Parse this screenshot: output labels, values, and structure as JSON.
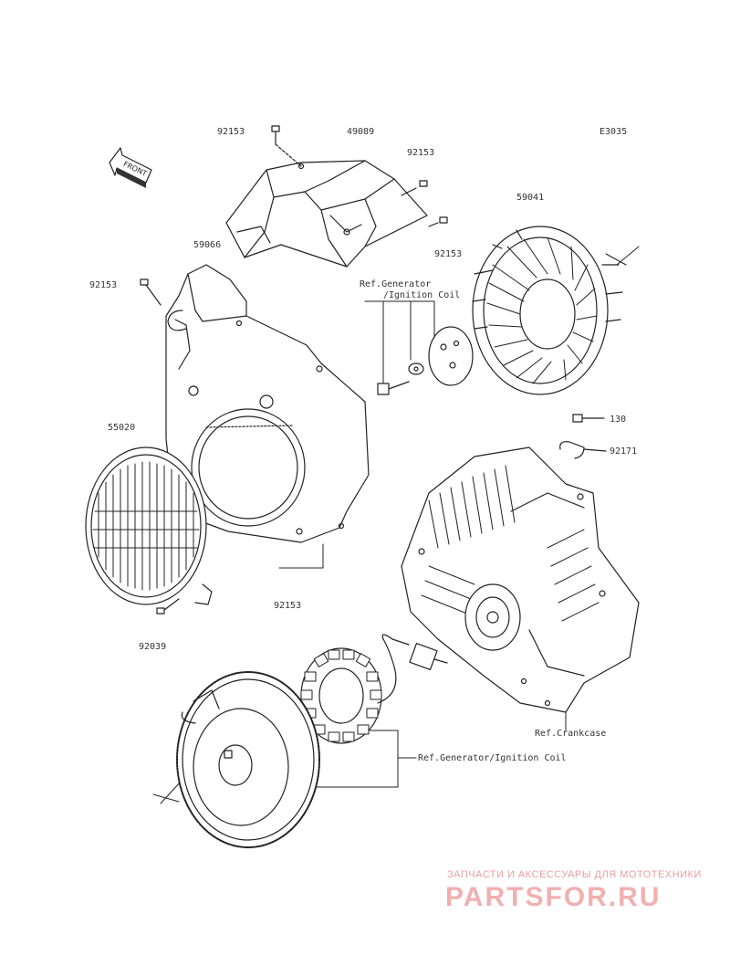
{
  "diagram_code": "E3035",
  "front_arrow_label": "FRONT",
  "parts": {
    "p49089": "49089",
    "p92153_a": "92153",
    "p92153_b": "92153",
    "p92153_c": "92153",
    "p92153_d": "92153",
    "p92153_e": "92153",
    "p59066": "59066",
    "p59041": "59041",
    "p55020": "55020",
    "p92039": "92039",
    "p130": "130",
    "p92171": "92171"
  },
  "refs": {
    "generator_top_line1": "Ref.Generator",
    "generator_top_line2": "/Ignition Coil",
    "crankcase": "Ref.Crankcase",
    "generator_bottom": "Ref.Generator/Ignition Coil"
  },
  "watermark": {
    "tagline": "ЗАПЧАСТИ И АКСЕССУАРЫ ДЛЯ МОТОТЕХНИКИ",
    "brand": "PARTSFOR.RU"
  }
}
